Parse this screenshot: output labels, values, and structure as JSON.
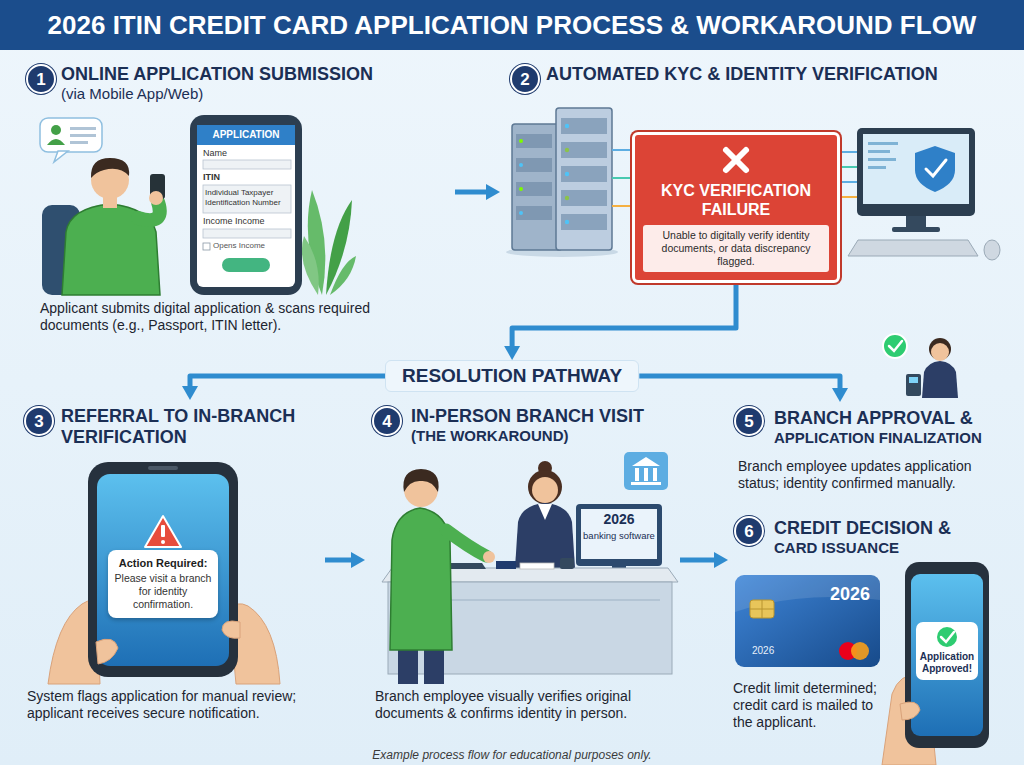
{
  "diagram": {
    "title": "2026 ITIN CREDIT CARD APPLICATION PROCESS & WORKAROUND FLOW",
    "caption": "Example process flow for educational purposes only.",
    "nodes": [
      {
        "text": [
          "ONLINE APPLICATION SUBMISSION",
          "(via Mobile App/Web)",
          "Applicant submits digital application & scans required documents (e.g., Passport, ITIN letter)."
        ]
      },
      {
        "text": [
          "1"
        ],
        "in": 0
      },
      {
        "text": [
          "AUTOMATED KYC & IDENTITY VERIFICATION"
        ]
      },
      {
        "text": [
          "2"
        ],
        "in": 2
      },
      {
        "text": [
          "KYC VERIFICATION FAILURE",
          "Unable to digitally verify identity documents, or data discrepancy flagged."
        ],
        "in": 2
      },
      {
        "text": [
          "RESOLUTION PATHWAY"
        ]
      },
      {
        "text": [
          "REFERRAL TO IN-BRANCH VERIFICATION",
          "System flags application for manual review; applicant receives secure notification."
        ]
      },
      {
        "text": [
          "3"
        ],
        "in": 6
      },
      {
        "text": [
          "Action Required:",
          "Please visit a branch for identity confirmation."
        ],
        "in": 6
      },
      {
        "text": [
          "IN-PERSON BRANCH VISIT",
          "(THE WORKAROUND)",
          "Branch employee visually verifies original documents & confirms identity in person."
        ]
      },
      {
        "text": [
          "4"
        ],
        "in": 9
      },
      {
        "text": [
          "BRANCH APPROVAL &",
          "APPLICATION FINALIZATION",
          "Branch employee updates application status; identity confirmed manually."
        ]
      },
      {
        "text": [
          "5"
        ],
        "in": 11
      },
      {
        "text": [
          "CREDIT DECISION &",
          "CARD ISSUANCE",
          "Credit limit determined; credit card is mailed to the applicant."
        ]
      },
      {
        "text": [
          "6"
        ],
        "in": 13
      }
    ],
    "edges": [
      {
        "from": 0,
        "to": 2,
        "arrow": "to"
      },
      {
        "from": 4,
        "to": 5,
        "arrow": "to"
      },
      {
        "from": 5,
        "to": 6,
        "arrow": "to"
      },
      {
        "from": 5,
        "to": 11,
        "arrow": "to"
      },
      {
        "from": 6,
        "to": 9,
        "arrow": "to"
      },
      {
        "from": 9,
        "to": 13,
        "arrow": "to"
      }
    ],
    "labels": [
      "APPLICATION",
      "Name",
      "ITIN",
      "Individual Taxpayer Identification Number",
      "Income Income",
      "Opens Income",
      "2026",
      "banking software",
      "2026",
      "2026",
      "Application Approved!"
    ]
  }
}
